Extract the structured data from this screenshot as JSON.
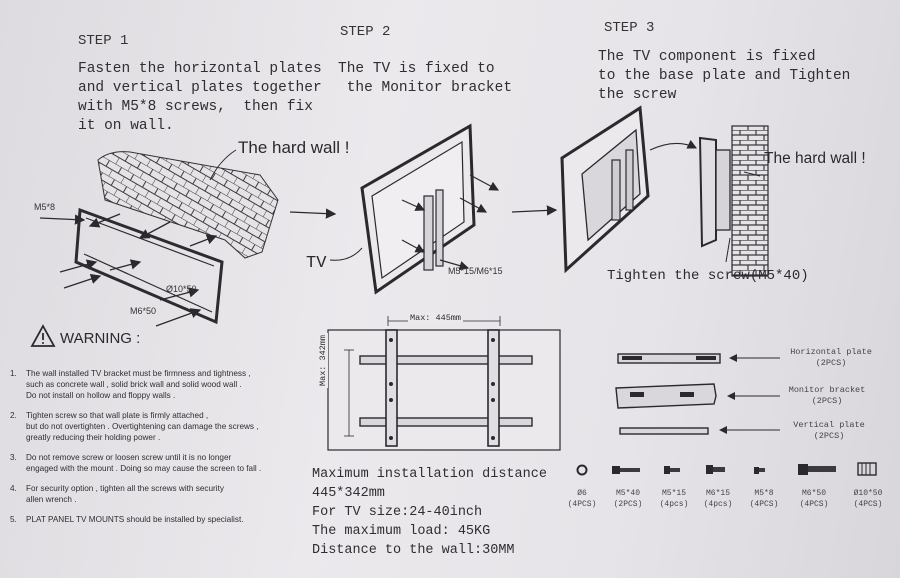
{
  "step1": {
    "title": "STEP 1",
    "lines": [
      "Fasten the horizontal plates",
      "and vertical plates together",
      "with M5*8 screws,  then fix",
      "it on wall."
    ],
    "callout": "The hard wall !",
    "labels": {
      "screw_a": "M5*8",
      "screw_b": "Ø10*50",
      "screw_c": "M6*50"
    }
  },
  "step2": {
    "title": "STEP 2",
    "lines": [
      "The TV is fixed to",
      " the Monitor bracket"
    ],
    "tv_label": "TV",
    "screw_label": "M5*15/M6*15"
  },
  "step3": {
    "title": "STEP 3",
    "lines": [
      "The TV component is fixed",
      "to the base plate and Tighten",
      "the screw"
    ],
    "callout": "The hard wall !",
    "tighten": "Tighten the screw(M5*40)"
  },
  "warning": {
    "title": "WARNING :",
    "items": [
      {
        "num": "1.",
        "lines": [
          "The wall installed TV bracket must be firmness and tightness ,",
          "such as concrete wall , solid brick wall and solid wood wall .",
          "Do not install on hollow and floppy walls ."
        ]
      },
      {
        "num": "2.",
        "lines": [
          "Tighten screw so that wall plate is firmly attached ,",
          "but do not overtighten . Overtightening can damage the screws ,",
          "greatly reducing their holding power ."
        ]
      },
      {
        "num": "3.",
        "lines": [
          "Do not remove screw or loosen screw until it is no longer",
          "engaged with the mount . Doing so may cause the screen to fall ."
        ]
      },
      {
        "num": "4.",
        "lines": [
          "For security option , tighten all the screws with security",
          "allen wrench ."
        ]
      },
      {
        "num": "5.",
        "lines": [
          "PLAT PANEL TV MOUNTS should be installed by specialist."
        ]
      }
    ]
  },
  "diagram": {
    "max_width": "Max: 445mm",
    "max_height": "Max: 342mm"
  },
  "specs": {
    "lines": [
      "Maximum installation distance",
      "445*342mm",
      "For TV size:24-40inch",
      "The maximum load: 45KG",
      "Distance to the wall:30MM"
    ]
  },
  "parts": [
    {
      "name": "Horizontal plate",
      "qty": "(2PCS)"
    },
    {
      "name": "Monitor bracket",
      "qty": "(2PCS)"
    },
    {
      "name": "Vertical plate",
      "qty": "(2PCS)"
    }
  ],
  "hardware": [
    {
      "name": "Ø6",
      "qty": "(4PCS)"
    },
    {
      "name": "M5*40",
      "qty": "(2PCS)"
    },
    {
      "name": "M5*15",
      "qty": "(4pcs)"
    },
    {
      "name": "M6*15",
      "qty": "(4pcs)"
    },
    {
      "name": "M5*8",
      "qty": "(4PCS)"
    },
    {
      "name": "M6*50",
      "qty": "(4PCS)"
    },
    {
      "name": "Ø10*50",
      "qty": "(4PCS)"
    }
  ],
  "colors": {
    "paper": "#e7e5e8",
    "ink": "#2a2a2e"
  }
}
